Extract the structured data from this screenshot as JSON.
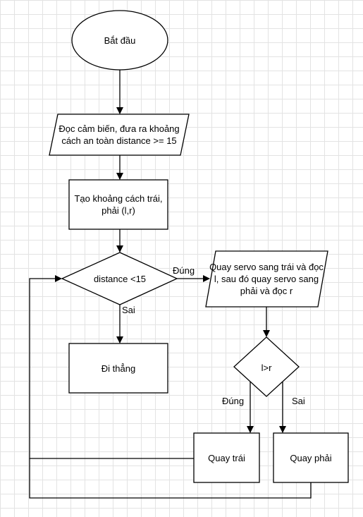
{
  "nodes": {
    "start": "Bắt đầu",
    "read_sensor": "Đọc cảm biến, đưa ra khoảng cách an toàn distance >= 15",
    "create_distance": "Tạo khoảng cách trái, phải (l,r)",
    "check_distance": "distance <15",
    "go_straight": "Đi thẳng",
    "rotate_servo": "Quay servo sang trái và đọc l, sau đó quay servo sang phải và đọc r",
    "compare_lr": "l>r",
    "turn_left": "Quay trái",
    "turn_right": "Quay phải"
  },
  "edges": {
    "distance_yes": "Đúng",
    "distance_no": "Sai",
    "lr_yes": "Đúng",
    "lr_no": "Sai"
  }
}
